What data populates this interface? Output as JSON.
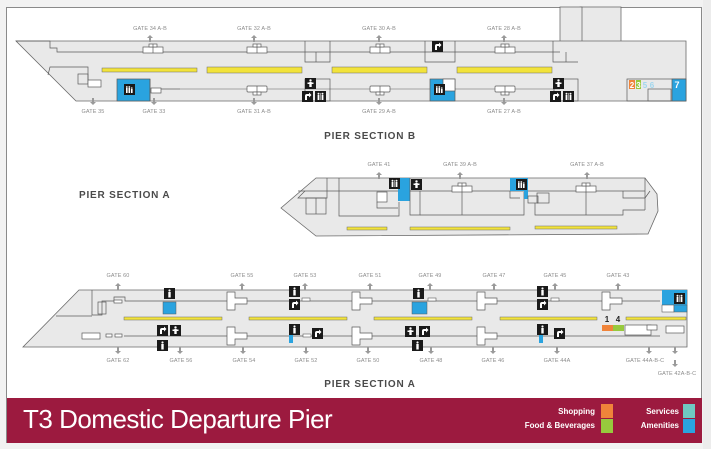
{
  "title": "T3 Domestic Departure Pier",
  "legend": {
    "shopping": {
      "label": "Shopping",
      "color": "#f0843a"
    },
    "food": {
      "label": "Food & Beverages",
      "color": "#97c93d"
    },
    "services": {
      "label": "Services",
      "color": "#6fc9c2"
    },
    "amenities": {
      "label": "Amenities",
      "color": "#2aa3df"
    }
  },
  "sections": {
    "b_label": "PIER SECTION B",
    "a_label_middle": "PIER SECTION A",
    "a_label_bottom": "PIER SECTION A"
  },
  "pier_b": {
    "top_gates": [
      "GATE 34 A-B",
      "GATE 32 A-B",
      "GATE 30 A-B",
      "GATE 28 A-B"
    ],
    "bottom_gates": [
      "GATE 35",
      "GATE 33",
      "GATE 31 A-B",
      "GATE 29 A-B",
      "GATE 27 A-B"
    ],
    "zone_numbers": [
      "2",
      "3",
      "5",
      "6",
      "7"
    ]
  },
  "pier_a_middle": {
    "top_gates": [
      "GATE 41",
      "GATE 39 A-B",
      "GATE 37 A-B"
    ]
  },
  "pier_a_bottom": {
    "top_gates": [
      "GATE 60",
      "GATE 55",
      "GATE 53",
      "GATE 51",
      "GATE 49",
      "GATE 47",
      "GATE 45",
      "GATE 43"
    ],
    "bottom_gates": [
      "GATE 62",
      "GATE 56",
      "GATE 54",
      "GATE 52",
      "GATE 50",
      "GATE 48",
      "GATE 46",
      "GATE 44A",
      "GATE 44A-B-C",
      "GATE 42A-B-C"
    ],
    "zone_numbers": [
      "1",
      "4"
    ]
  },
  "colors": {
    "walkway": "#f2e33a",
    "floor": "#e9e9e9",
    "wall": "#5a5a5a",
    "banner": "#9c1a3f",
    "icon": "#1a1a1a"
  }
}
